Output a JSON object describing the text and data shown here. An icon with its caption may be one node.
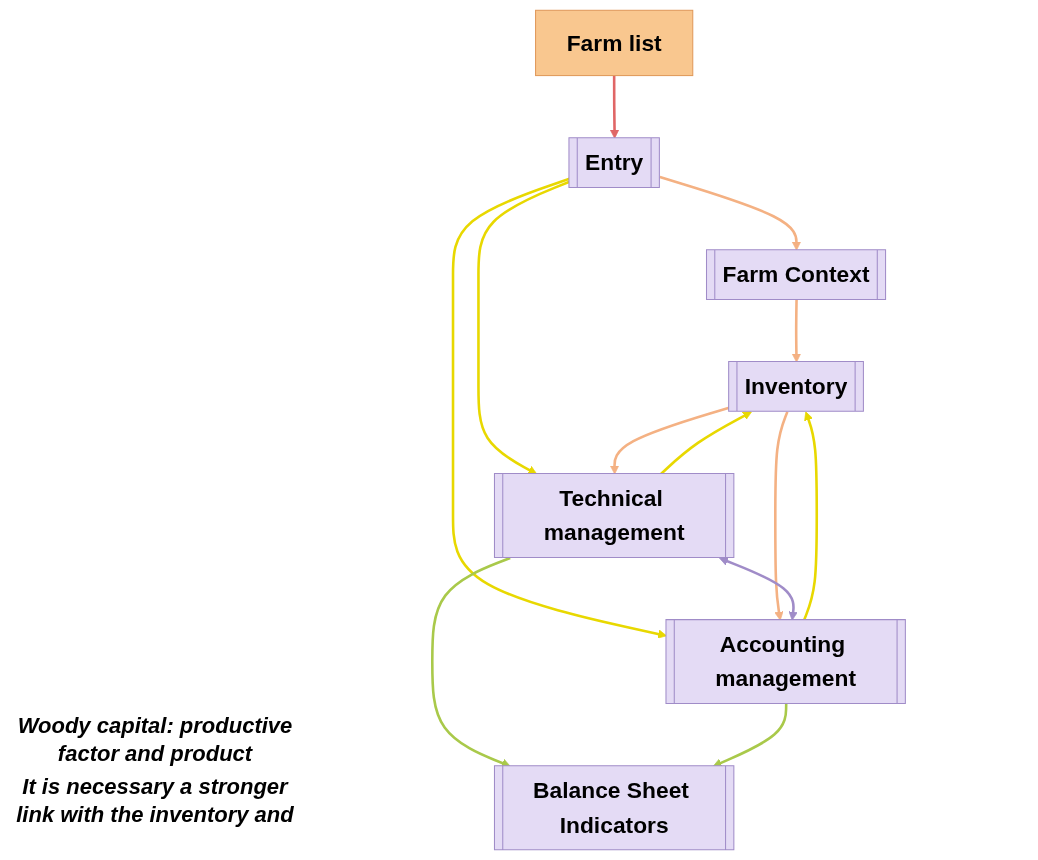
{
  "diagram": {
    "nodes": [
      {
        "text": [
          "Farm list"
        ]
      },
      {
        "text": [
          "Entry"
        ]
      },
      {
        "text": [
          "Farm Context"
        ]
      },
      {
        "text": [
          "Inventory"
        ]
      },
      {
        "text": [
          "Technical management"
        ]
      },
      {
        "text": [
          "Accounting management"
        ]
      },
      {
        "text": [
          "Balance Sheet Indicators"
        ]
      }
    ],
    "edges": [
      {
        "from": 0,
        "to": 1,
        "arrow": "to",
        "color": "#e06666"
      },
      {
        "from": 1,
        "to": 2,
        "arrow": "to"
      },
      {
        "from": 2,
        "to": 3,
        "arrow": "to"
      },
      {
        "from": 1,
        "to": 4,
        "arrow": "to",
        "color": "#e8d800"
      },
      {
        "from": 1,
        "to": 5,
        "arrow": "to",
        "color": "#e8d800"
      },
      {
        "from": 4,
        "to": 3,
        "arrow": "to",
        "color": "#e8d800"
      },
      {
        "from": 5,
        "to": 3,
        "arrow": "to",
        "color": "#e8d800"
      },
      {
        "from": 3,
        "to": 4,
        "arrow": "to"
      },
      {
        "from": 3,
        "to": 5,
        "arrow": "to"
      },
      {
        "from": 4,
        "to": 5,
        "arrow": "both",
        "color": "#a08cc8"
      },
      {
        "from": 4,
        "to": 6,
        "arrow": "to",
        "color": "#a9c94a"
      },
      {
        "from": 5,
        "to": 6,
        "arrow": "to",
        "color": "#a9c94a"
      }
    ],
    "labels": [
      "Woody capital: productive factor and product",
      "It is necessary a stronger link with the inventory and"
    ]
  }
}
